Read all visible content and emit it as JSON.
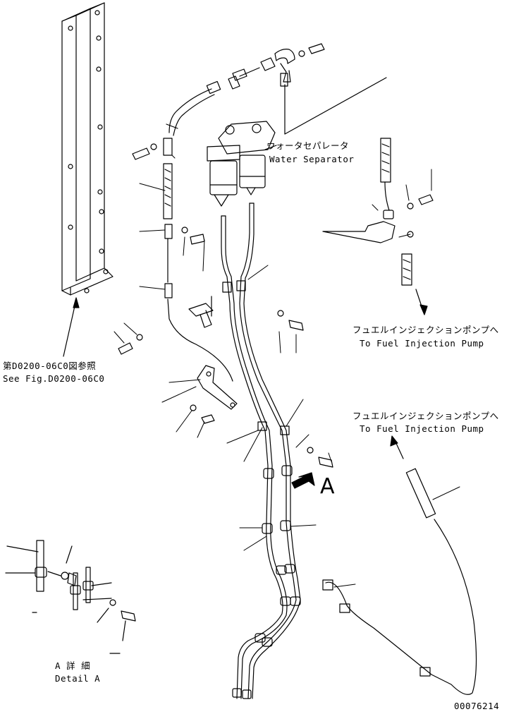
{
  "labels": {
    "water_separator_jp": "ウォータセパレータ",
    "water_separator_en": "Water Separator",
    "to_pump_jp_1": "フュエルインジェクションポンプへ",
    "to_pump_en_1": "To Fuel Injection Pump",
    "to_pump_jp_2": "フュエルインジェクションポンプへ",
    "to_pump_en_2": "To Fuel Injection Pump",
    "see_fig_jp": "第D0200-06C0図参照",
    "see_fig_en": "See Fig.D0200-06C0",
    "view_letter": "A",
    "detail_jp": "A 詳 細",
    "detail_en": "Detail A",
    "drawing_number": "00076214"
  }
}
